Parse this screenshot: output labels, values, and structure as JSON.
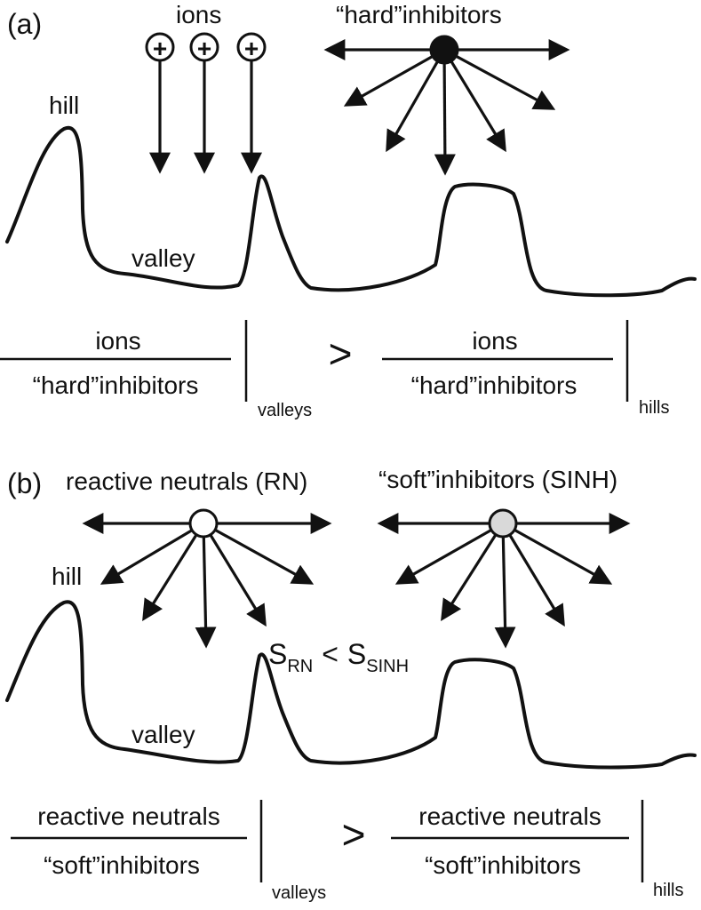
{
  "panel_a": {
    "tag": "(a)",
    "ions_label": "ions",
    "ion_symbol": "+",
    "hard_inhibitors_label": "“hard”inhibitors",
    "hill_label": "hill",
    "valley_label": "valley",
    "ratio_left": {
      "numerator": "ions",
      "denominator": "“hard”inhibitors",
      "subscript": "valleys"
    },
    "relation": ">",
    "ratio_right": {
      "numerator": "ions",
      "denominator": "“hard”inhibitors",
      "subscript": "hills"
    }
  },
  "panel_b": {
    "tag": "(b)",
    "rn_label": "reactive neutrals (RN)",
    "sinh_label": "“soft”inhibitors (SINH)",
    "hill_label": "hill",
    "valley_label": "valley",
    "inequality": {
      "s1": "S",
      "s1_sub": "RN",
      "op": "<",
      "s2": "S",
      "s2_sub": "SINH"
    },
    "ratio_left": {
      "numerator": "reactive neutrals",
      "denominator": "“soft”inhibitors",
      "subscript": "valleys"
    },
    "relation": ">",
    "ratio_right": {
      "numerator": "reactive neutrals",
      "denominator": "“soft”inhibitors",
      "subscript": "hills"
    }
  },
  "colors": {
    "ink": "#111111",
    "hard_inhibitor_fill": "#111111",
    "rn_fill": "#ffffff",
    "sinh_fill": "#d9d9d9"
  }
}
